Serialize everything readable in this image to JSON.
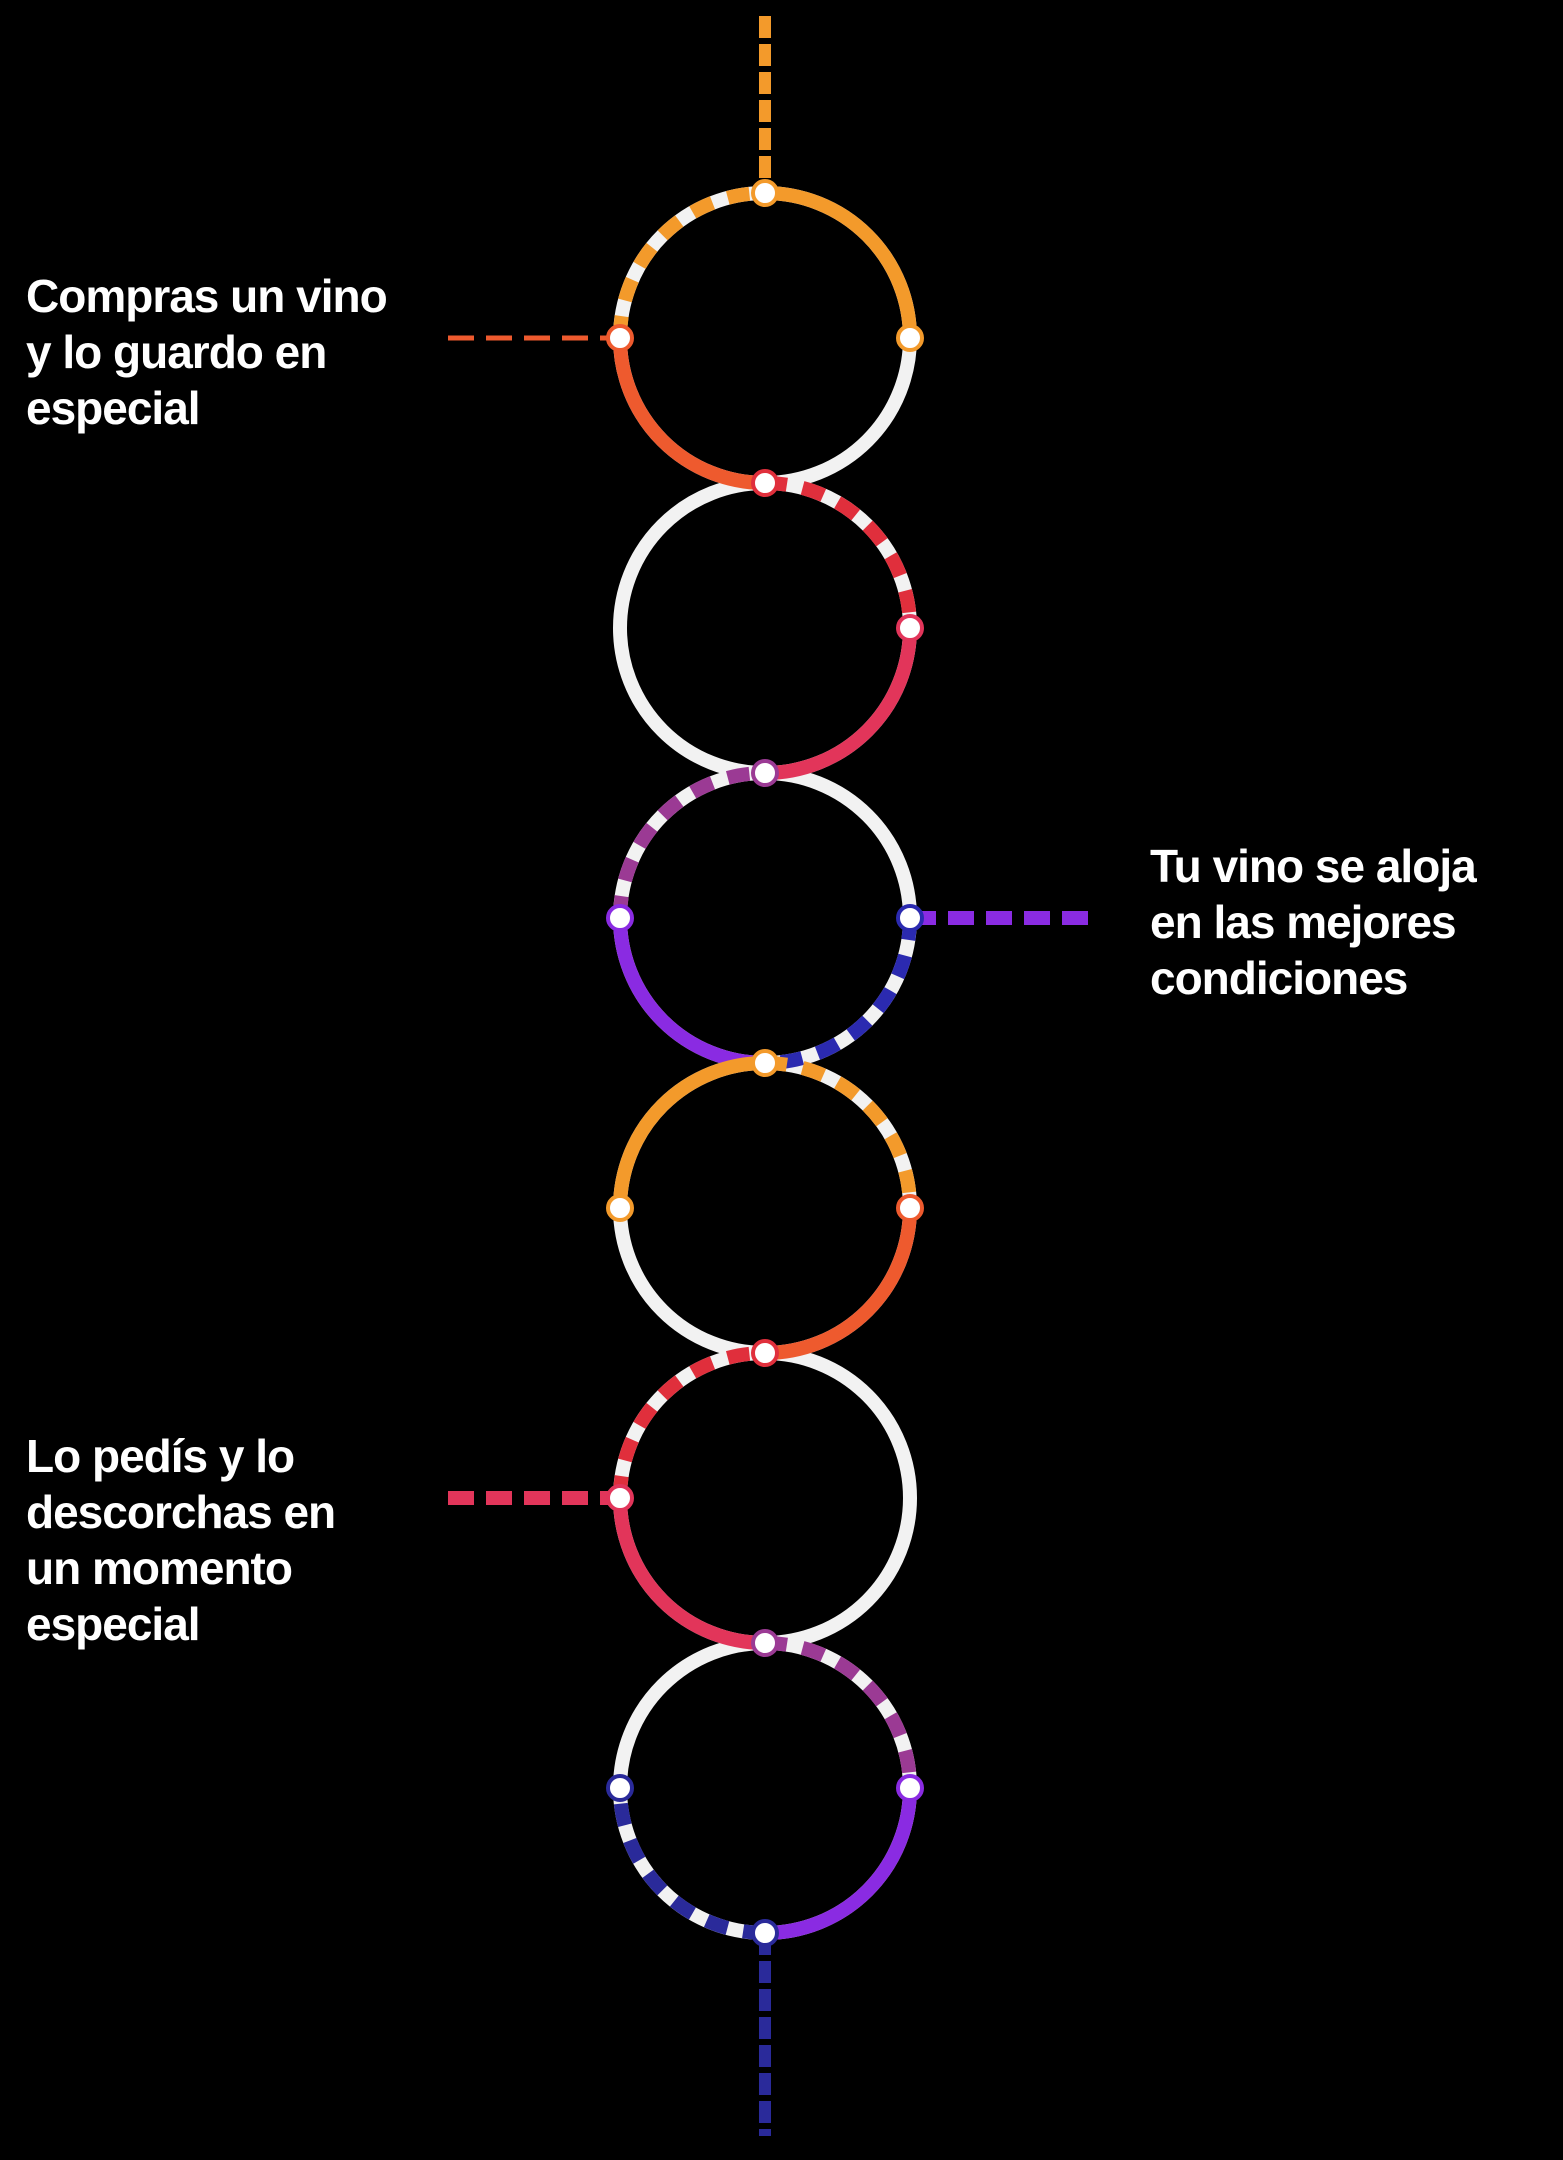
{
  "captions": [
    {
      "lines": [
        "Compras un vino",
        "y lo guardo en",
        "especial"
      ]
    },
    {
      "lines": [
        "Tu vino se aloja",
        "en las mejores",
        "condiciones"
      ]
    },
    {
      "lines": [
        "Lo pedís y lo",
        "descorchas en",
        "un momento",
        "especial"
      ]
    }
  ],
  "colors": {
    "background": "#000000",
    "text": "#ffffff",
    "ring_base": "#f2f2f2",
    "node_fill": "#ffffff",
    "orange": "#f39a2b",
    "orange_red": "#ee5a2e",
    "red": "#e02f3c",
    "crimson": "#e2355a",
    "purple": "#9b3a94",
    "violet": "#8a2be2",
    "indigo": "#2b2ab0",
    "navy": "#2a2a9a"
  },
  "icons": [
    "node-dot-icon"
  ]
}
